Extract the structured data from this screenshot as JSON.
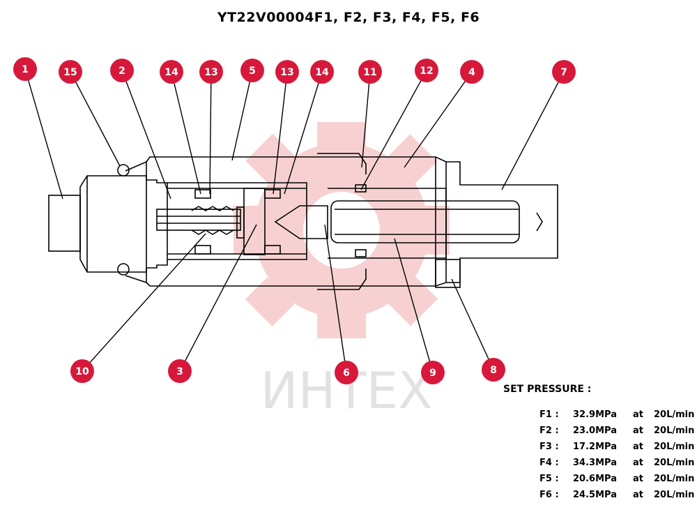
{
  "title": "YT22V00004F1, F2, F3, F4, F5, F6",
  "watermark": {
    "text": "ИНТЕХ",
    "color": "#f2b8b8"
  },
  "callout_color": "#d6193a",
  "callouts": [
    {
      "label": "1"
    },
    {
      "label": "15"
    },
    {
      "label": "2"
    },
    {
      "label": "14"
    },
    {
      "label": "13"
    },
    {
      "label": "5"
    },
    {
      "label": "13"
    },
    {
      "label": "14"
    },
    {
      "label": "11"
    },
    {
      "label": "12"
    },
    {
      "label": "4"
    },
    {
      "label": "7"
    },
    {
      "label": "10"
    },
    {
      "label": "3"
    },
    {
      "label": "6"
    },
    {
      "label": "9"
    },
    {
      "label": "8"
    }
  ],
  "set_pressure": {
    "label": "SET PRESSURE :",
    "rows": [
      {
        "code": "F1 :",
        "value": "32.9MPa",
        "at": "at",
        "rate": "20L/min"
      },
      {
        "code": "F2 :",
        "value": "23.0MPa",
        "at": "at",
        "rate": "20L/min"
      },
      {
        "code": "F3 :",
        "value": "17.2MPa",
        "at": "at",
        "rate": "20L/min"
      },
      {
        "code": "F4 :",
        "value": "34.3MPa",
        "at": "at",
        "rate": "20L/min"
      },
      {
        "code": "F5 :",
        "value": "20.6MPa",
        "at": "at",
        "rate": "20L/min"
      },
      {
        "code": "F6 :",
        "value": "24.5MPa",
        "at": "at",
        "rate": "20L/min"
      }
    ]
  }
}
